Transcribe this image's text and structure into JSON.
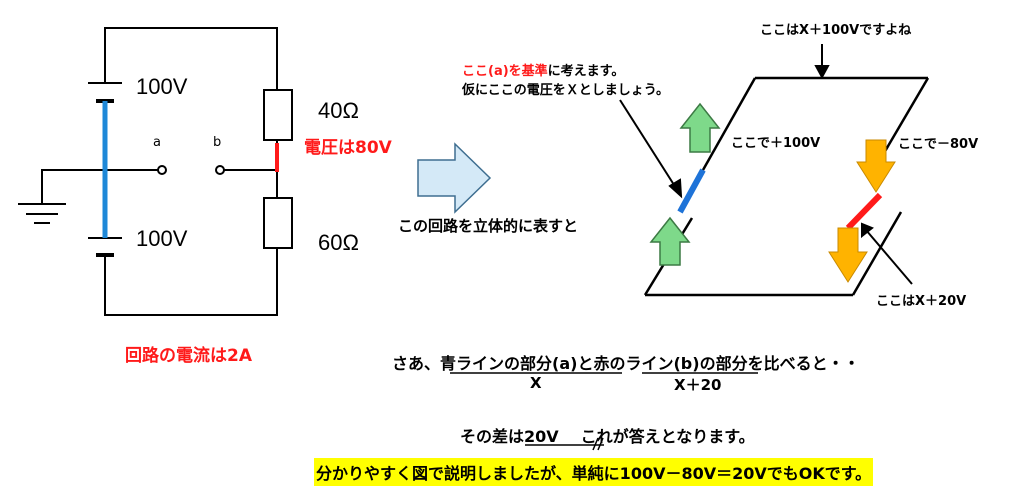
{
  "left_circuit": {
    "battery_top": "100V",
    "battery_bottom": "100V",
    "node_a": "a",
    "node_b": "b",
    "resistor_top": "40Ω",
    "resistor_bottom": "60Ω",
    "voltage_note": "電圧は80V",
    "current_note": "回路の電流は2A"
  },
  "arrow_caption": "この回路を立体的に表すと",
  "right_diagram": {
    "top_note": "ここはX＋100Vですよね",
    "ref_note_red": "ここ(a)を基準",
    "ref_note_rest": "に考えます。",
    "ref_note_line2": "仮にここの電圧をＸとしましょう。",
    "up_note": "ここで＋100V",
    "down_note": "ここで－80V",
    "bottom_note": "ここはX＋20V"
  },
  "conclusion": {
    "prefix": "さあ、",
    "blue_part": "青ラインの部分(a)",
    "mid": "と",
    "red_part": "赤のライン(b)",
    "suffix": "の部分を比べると・・",
    "x_label": "X",
    "x20_label": "X＋20",
    "diff_prefix": "その差は",
    "diff_value": "20V",
    "diff_suffix": "これが答えとなります。",
    "highlight": "分かりやすく図で説明しましたが、単純に100V－80V＝20VでもOKです。"
  },
  "colors": {
    "blue_line": "#1e88d8",
    "red_line": "#ff1a1a",
    "green_arrow": "#7ed98a",
    "orange_arrow": "#ffb300",
    "highlight": "#ffff00"
  }
}
